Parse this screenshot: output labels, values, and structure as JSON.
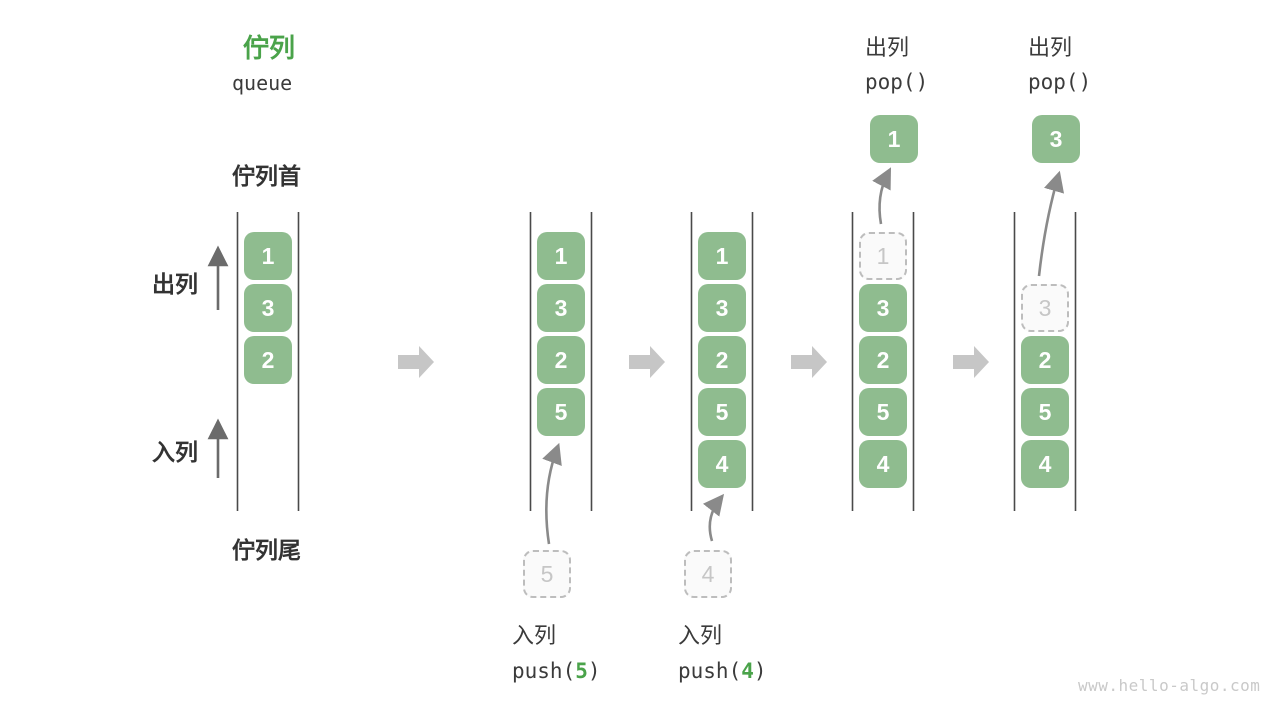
{
  "title": {
    "zh": "佇列",
    "en": "queue"
  },
  "side_labels": {
    "front": "佇列首",
    "rear": "佇列尾",
    "dequeue": "出列",
    "enqueue": "入列"
  },
  "watermark": "www.hello-algo.com",
  "colors": {
    "cell_fill": "#8FBC8F",
    "cell_text": "#FFFFFF",
    "accent_green": "#4AA34A",
    "ghost_border": "#BDBDBD",
    "ghost_text": "#C6C6C6",
    "line_gray": "#4A4A4A",
    "arrow_gray": "#6B6B6B",
    "block_arrow_gray": "#C6C6C6"
  },
  "diagram": {
    "description": "queue states left to right",
    "states": [
      {
        "cells": [
          {
            "row": 0,
            "value": "1",
            "ghost": false
          },
          {
            "row": 1,
            "value": "3",
            "ghost": false
          },
          {
            "row": 2,
            "value": "2",
            "ghost": false
          }
        ]
      },
      {
        "cells": [
          {
            "row": 0,
            "value": "1",
            "ghost": false
          },
          {
            "row": 1,
            "value": "3",
            "ghost": false
          },
          {
            "row": 2,
            "value": "2",
            "ghost": false
          },
          {
            "row": 3,
            "value": "5",
            "ghost": false
          }
        ],
        "pending": "5",
        "op": {
          "label": "入列",
          "code_prefix": "push(",
          "code_arg": "5",
          "code_suffix": ")"
        }
      },
      {
        "cells": [
          {
            "row": 0,
            "value": "1",
            "ghost": false
          },
          {
            "row": 1,
            "value": "3",
            "ghost": false
          },
          {
            "row": 2,
            "value": "2",
            "ghost": false
          },
          {
            "row": 3,
            "value": "5",
            "ghost": false
          },
          {
            "row": 4,
            "value": "4",
            "ghost": false
          }
        ],
        "pending": "4",
        "op": {
          "label": "入列",
          "code_prefix": "push(",
          "code_arg": "4",
          "code_suffix": ")"
        }
      },
      {
        "cells": [
          {
            "row": 0,
            "value": "1",
            "ghost": true
          },
          {
            "row": 1,
            "value": "3",
            "ghost": false
          },
          {
            "row": 2,
            "value": "2",
            "ghost": false
          },
          {
            "row": 3,
            "value": "5",
            "ghost": false
          },
          {
            "row": 4,
            "value": "4",
            "ghost": false
          }
        ],
        "popped": "1",
        "op": {
          "label": "出列",
          "code_prefix": "pop(",
          "code_arg": "",
          "code_suffix": ")"
        }
      },
      {
        "cells": [
          {
            "row": 1,
            "value": "3",
            "ghost": true
          },
          {
            "row": 2,
            "value": "2",
            "ghost": false
          },
          {
            "row": 3,
            "value": "5",
            "ghost": false
          },
          {
            "row": 4,
            "value": "4",
            "ghost": false
          }
        ],
        "popped": "3",
        "op": {
          "label": "出列",
          "code_prefix": "pop(",
          "code_arg": "",
          "code_suffix": ")"
        }
      }
    ]
  }
}
